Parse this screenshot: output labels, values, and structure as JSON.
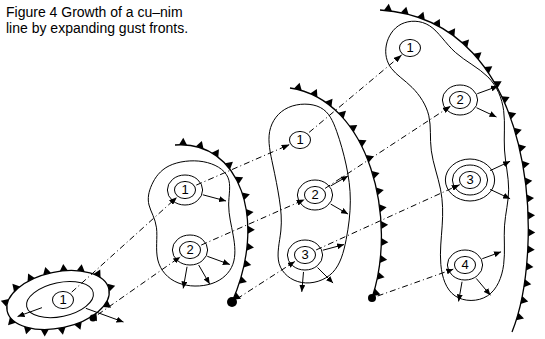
{
  "diagram": {
    "caption": "Figure 4 Growth of a cu–nim line by expanding gust fronts.",
    "nodes": [
      {
        "text": [
          "1"
        ]
      },
      {
        "text": [
          "1"
        ]
      },
      {
        "text": [
          "2"
        ]
      },
      {
        "text": [
          "1"
        ]
      },
      {
        "text": [
          "2"
        ]
      },
      {
        "text": [
          "3"
        ]
      },
      {
        "text": [
          "1"
        ]
      },
      {
        "text": [
          "2"
        ]
      },
      {
        "text": [
          "3"
        ]
      },
      {
        "text": [
          "4"
        ]
      }
    ],
    "edges": [
      {
        "from": 0,
        "to": 1,
        "arrow": "to"
      },
      {
        "from": 1,
        "to": 3,
        "arrow": "to"
      },
      {
        "from": 3,
        "to": 6,
        "arrow": "to"
      },
      {
        "from": 2,
        "to": 4,
        "arrow": "to"
      },
      {
        "from": 4,
        "to": 7,
        "arrow": "to"
      },
      {
        "from": 5,
        "to": 8,
        "arrow": "to"
      }
    ]
  }
}
